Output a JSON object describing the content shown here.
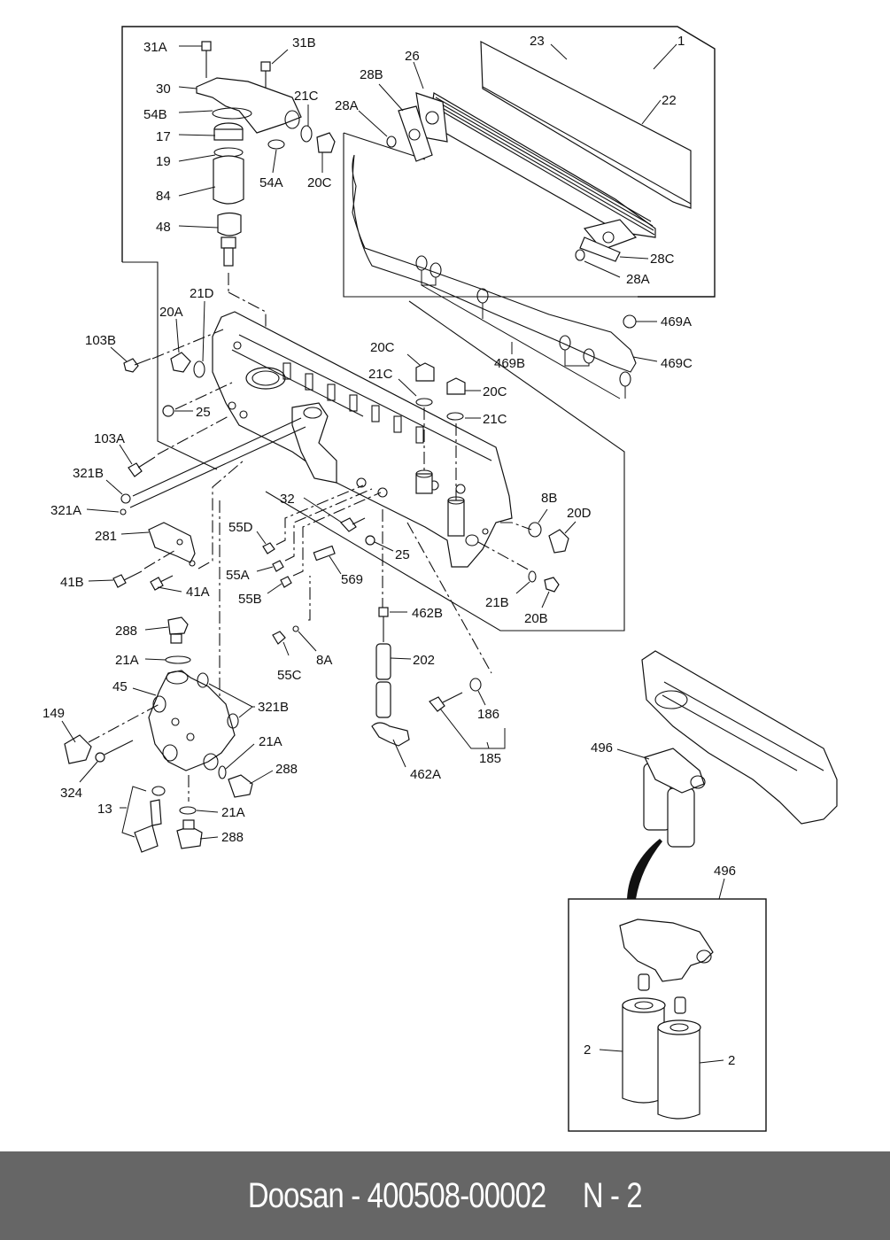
{
  "document": {
    "type": "exploded parts diagram",
    "subject": "oil cooler / oil filter housing assembly"
  },
  "footer": {
    "brand": "Doosan",
    "part_number": "400508-00002",
    "page": "N - 2",
    "text": "Doosan - 400508-00002     N - 2",
    "background": "#666666",
    "color": "#ffffff"
  },
  "callouts": [
    {
      "id": "c-31a",
      "label": "31A"
    },
    {
      "id": "c-31b",
      "label": "31B"
    },
    {
      "id": "c-30",
      "label": "30"
    },
    {
      "id": "c-54b",
      "label": "54B"
    },
    {
      "id": "c-17",
      "label": "17"
    },
    {
      "id": "c-19",
      "label": "19"
    },
    {
      "id": "c-84",
      "label": "84"
    },
    {
      "id": "c-48",
      "label": "48"
    },
    {
      "id": "c-21c-top",
      "label": "21C"
    },
    {
      "id": "c-54a",
      "label": "54A"
    },
    {
      "id": "c-20c-top",
      "label": "20C"
    },
    {
      "id": "c-23",
      "label": "23"
    },
    {
      "id": "c-1",
      "label": "1"
    },
    {
      "id": "c-26",
      "label": "26"
    },
    {
      "id": "c-28b",
      "label": "28B"
    },
    {
      "id": "c-28a-top",
      "label": "28A"
    },
    {
      "id": "c-22",
      "label": "22"
    },
    {
      "id": "c-28c",
      "label": "28C"
    },
    {
      "id": "c-28a-bot",
      "label": "28A"
    },
    {
      "id": "c-469a",
      "label": "469A"
    },
    {
      "id": "c-469b",
      "label": "469B"
    },
    {
      "id": "c-469c",
      "label": "469C"
    },
    {
      "id": "c-21d",
      "label": "21D"
    },
    {
      "id": "c-20a",
      "label": "20A"
    },
    {
      "id": "c-103b",
      "label": "103B"
    },
    {
      "id": "c-25-left",
      "label": "25"
    },
    {
      "id": "c-103a",
      "label": "103A"
    },
    {
      "id": "c-321b-left",
      "label": "321B"
    },
    {
      "id": "c-321a",
      "label": "321A"
    },
    {
      "id": "c-281",
      "label": "281"
    },
    {
      "id": "c-41b",
      "label": "41B"
    },
    {
      "id": "c-41a",
      "label": "41A"
    },
    {
      "id": "c-20c-mid1",
      "label": "20C"
    },
    {
      "id": "c-21c-mid1",
      "label": "21C"
    },
    {
      "id": "c-20c-mid2",
      "label": "20C"
    },
    {
      "id": "c-21c-mid2",
      "label": "21C"
    },
    {
      "id": "c-32",
      "label": "32"
    },
    {
      "id": "c-55d",
      "label": "55D"
    },
    {
      "id": "c-55a",
      "label": "55A"
    },
    {
      "id": "c-55b",
      "label": "55B"
    },
    {
      "id": "c-569",
      "label": "569"
    },
    {
      "id": "c-25-mid",
      "label": "25"
    },
    {
      "id": "c-8b",
      "label": "8B"
    },
    {
      "id": "c-20d",
      "label": "20D"
    },
    {
      "id": "c-21b",
      "label": "21B"
    },
    {
      "id": "c-20b",
      "label": "20B"
    },
    {
      "id": "c-462b",
      "label": "462B"
    },
    {
      "id": "c-202",
      "label": "202"
    },
    {
      "id": "c-462a",
      "label": "462A"
    },
    {
      "id": "c-186",
      "label": "186"
    },
    {
      "id": "c-185",
      "label": "185"
    },
    {
      "id": "c-288-top",
      "label": "288"
    },
    {
      "id": "c-21a-top",
      "label": "21A"
    },
    {
      "id": "c-45",
      "label": "45"
    },
    {
      "id": "c-149",
      "label": "149"
    },
    {
      "id": "c-321b-right",
      "label": "321B"
    },
    {
      "id": "c-21a-right",
      "label": "21A"
    },
    {
      "id": "c-288-right",
      "label": "288"
    },
    {
      "id": "c-324",
      "label": "324"
    },
    {
      "id": "c-13",
      "label": "13"
    },
    {
      "id": "c-21a-bot",
      "label": "21A"
    },
    {
      "id": "c-288-bot",
      "label": "288"
    },
    {
      "id": "c-55c",
      "label": "55C"
    },
    {
      "id": "c-8a",
      "label": "8A"
    },
    {
      "id": "c-496-a",
      "label": "496"
    },
    {
      "id": "c-496-b",
      "label": "496"
    },
    {
      "id": "c-2-left",
      "label": "2"
    },
    {
      "id": "c-2-right",
      "label": "2"
    }
  ]
}
